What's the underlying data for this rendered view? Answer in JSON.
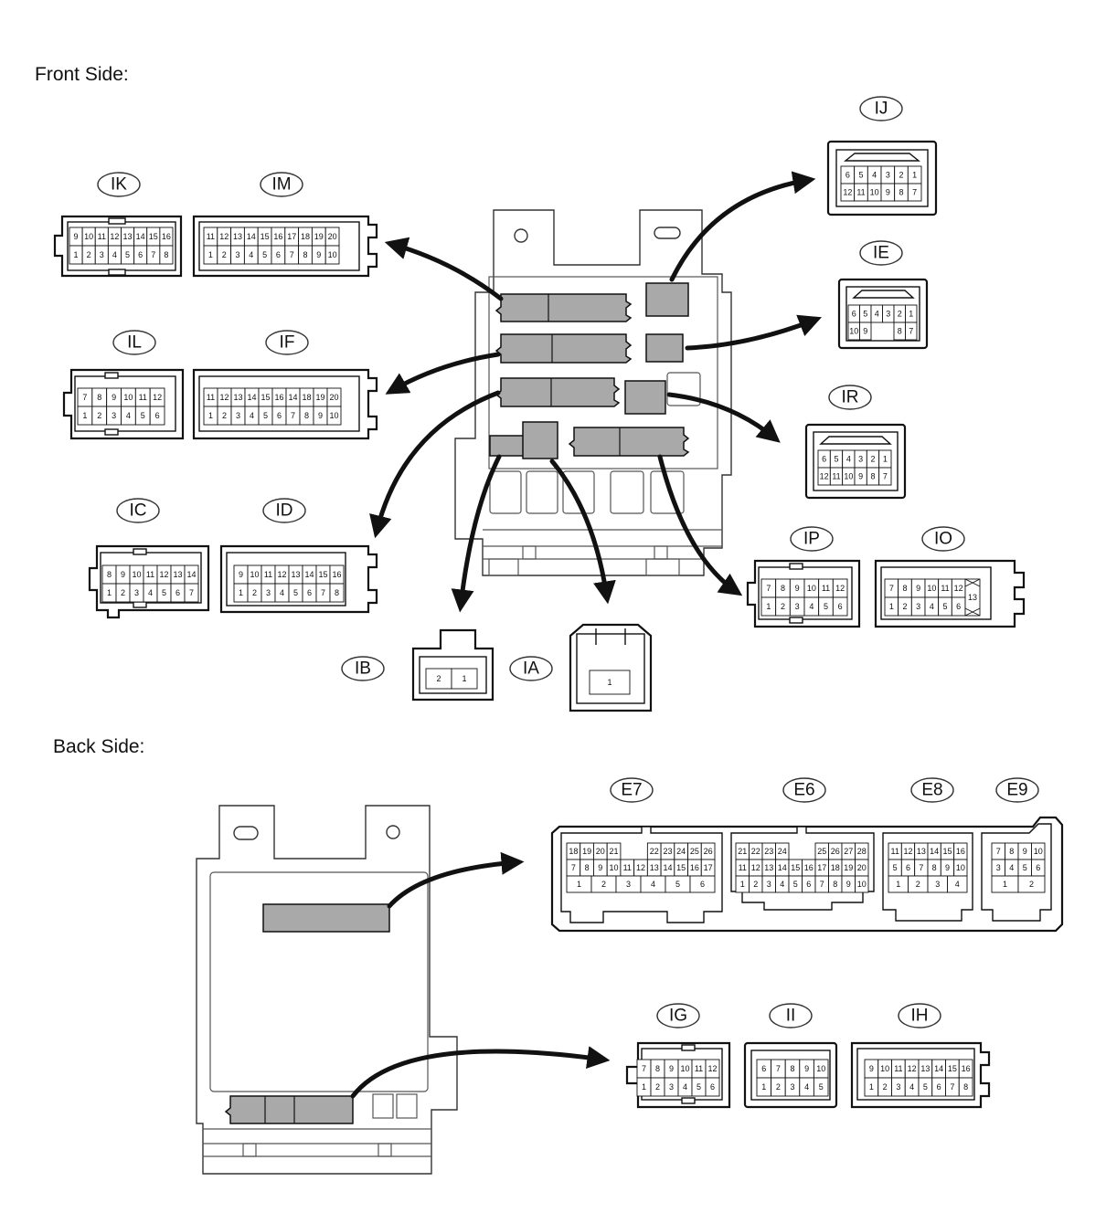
{
  "sections": {
    "front_label": "Front Side:",
    "back_label": "Back Side:"
  },
  "colors": {
    "line": "#111111",
    "connector_fill": "#a9a9a9",
    "background": "#ffffff"
  },
  "connectors": {
    "IK": {
      "label": "IK",
      "rows": [
        [
          "9",
          "10",
          "11",
          "12",
          "13",
          "14",
          "15",
          "16"
        ],
        [
          "1",
          "2",
          "3",
          "4",
          "5",
          "6",
          "7",
          "8"
        ]
      ]
    },
    "IM": {
      "label": "IM",
      "rows": [
        [
          "11",
          "12",
          "13",
          "14",
          "15",
          "16",
          "17",
          "18",
          "19",
          "20"
        ],
        [
          "1",
          "2",
          "3",
          "4",
          "5",
          "6",
          "7",
          "8",
          "9",
          "10"
        ]
      ]
    },
    "IL": {
      "label": "IL",
      "rows": [
        [
          "7",
          "8",
          "9",
          "10",
          "11",
          "12"
        ],
        [
          "1",
          "2",
          "3",
          "4",
          "5",
          "6"
        ]
      ]
    },
    "IF": {
      "label": "IF",
      "rows": [
        [
          "11",
          "12",
          "13",
          "14",
          "15",
          "16",
          "14",
          "18",
          "19",
          "20"
        ],
        [
          "1",
          "2",
          "3",
          "4",
          "5",
          "6",
          "7",
          "8",
          "9",
          "10"
        ]
      ]
    },
    "IC": {
      "label": "IC",
      "rows": [
        [
          "8",
          "9",
          "10",
          "11",
          "12",
          "13",
          "14"
        ],
        [
          "1",
          "2",
          "3",
          "4",
          "5",
          "6",
          "7"
        ]
      ]
    },
    "ID": {
      "label": "ID",
      "rows": [
        [
          "9",
          "10",
          "11",
          "12",
          "13",
          "14",
          "15",
          "16"
        ],
        [
          "1",
          "2",
          "3",
          "4",
          "5",
          "6",
          "7",
          "8"
        ]
      ]
    },
    "IB": {
      "label": "IB",
      "rows": [
        [
          "2",
          "1"
        ]
      ]
    },
    "IA": {
      "label": "IA",
      "rows": [
        [
          "1"
        ]
      ]
    },
    "IJ": {
      "label": "IJ",
      "rows": [
        [
          "6",
          "5",
          "4",
          "3",
          "2",
          "1"
        ],
        [
          "12",
          "11",
          "10",
          "9",
          "8",
          "7"
        ]
      ]
    },
    "IE": {
      "label": "IE",
      "rows": [
        [
          "6",
          "5",
          "4",
          "3",
          "2",
          "1"
        ],
        [
          "10",
          "9",
          "",
          "",
          "8",
          "7"
        ]
      ]
    },
    "IR": {
      "label": "IR",
      "rows": [
        [
          "6",
          "5",
          "4",
          "3",
          "2",
          "1"
        ],
        [
          "12",
          "11",
          "10",
          "9",
          "8",
          "7"
        ]
      ]
    },
    "IP": {
      "label": "IP",
      "rows": [
        [
          "7",
          "8",
          "9",
          "10",
          "11",
          "12"
        ],
        [
          "1",
          "2",
          "3",
          "4",
          "5",
          "6"
        ]
      ]
    },
    "IO": {
      "label": "IO",
      "rows": [
        [
          "7",
          "8",
          "9",
          "10",
          "11",
          "12"
        ],
        [
          "1",
          "2",
          "3",
          "4",
          "5",
          "6"
        ]
      ],
      "side_pin": "13"
    },
    "E7": {
      "label": "E7",
      "rows": [
        [
          "18",
          "19",
          "20",
          "21",
          "",
          "",
          "22",
          "23",
          "24",
          "25",
          "26"
        ],
        [
          "7",
          "8",
          "9",
          "10",
          "11",
          "12",
          "13",
          "14",
          "15",
          "16",
          "17"
        ],
        [
          "1",
          "2",
          "3",
          "4",
          "5",
          "6"
        ]
      ]
    },
    "E6": {
      "label": "E6",
      "rows": [
        [
          "21",
          "22",
          "23",
          "24",
          "",
          "",
          "25",
          "26",
          "27",
          "28"
        ],
        [
          "11",
          "12",
          "13",
          "14",
          "15",
          "16",
          "17",
          "18",
          "19",
          "20"
        ],
        [
          "1",
          "2",
          "3",
          "4",
          "5",
          "6",
          "7",
          "8",
          "9",
          "10"
        ]
      ]
    },
    "E8": {
      "label": "E8",
      "rows": [
        [
          "11",
          "12",
          "13",
          "14",
          "15",
          "16"
        ],
        [
          "5",
          "6",
          "7",
          "8",
          "9",
          "10"
        ],
        [
          "1",
          "2",
          "3",
          "4"
        ]
      ]
    },
    "E9": {
      "label": "E9",
      "rows": [
        [
          "7",
          "8",
          "9",
          "10"
        ],
        [
          "3",
          "4",
          "5",
          "6"
        ],
        [
          "1",
          "2"
        ]
      ]
    },
    "IG": {
      "label": "IG",
      "rows": [
        [
          "7",
          "8",
          "9",
          "10",
          "11",
          "12"
        ],
        [
          "1",
          "2",
          "3",
          "4",
          "5",
          "6"
        ]
      ]
    },
    "II": {
      "label": "II",
      "rows": [
        [
          "6",
          "7",
          "8",
          "9",
          "10"
        ],
        [
          "1",
          "2",
          "3",
          "4",
          "5"
        ]
      ]
    },
    "IH": {
      "label": "IH",
      "rows": [
        [
          "9",
          "10",
          "11",
          "12",
          "13",
          "14",
          "15",
          "16"
        ],
        [
          "1",
          "2",
          "3",
          "4",
          "5",
          "6",
          "7",
          "8"
        ]
      ]
    }
  }
}
